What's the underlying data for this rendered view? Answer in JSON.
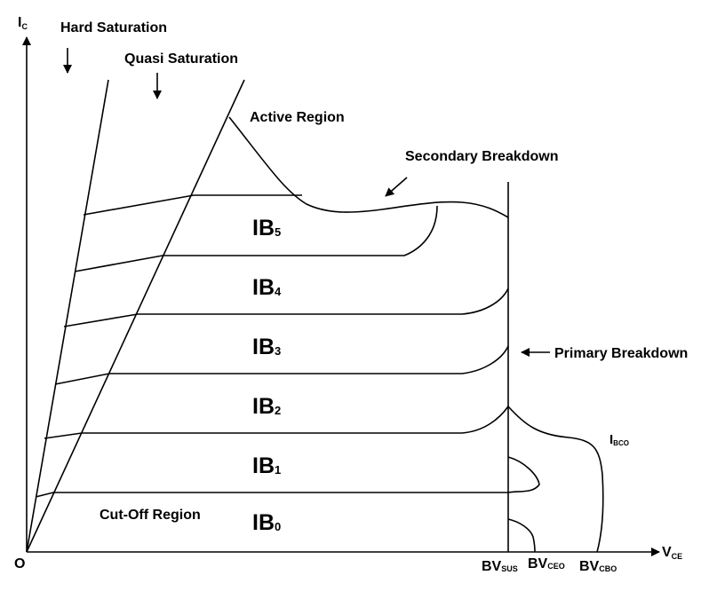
{
  "axes": {
    "y_main": "I",
    "y_sub": "C",
    "x_main": "V",
    "x_sub": "CE",
    "origin": "O"
  },
  "regions": {
    "hard_saturation": "Hard Saturation",
    "quasi_saturation": "Quasi Saturation",
    "active_region": "Active Region",
    "secondary_breakdown": "Secondary Breakdown",
    "primary_breakdown": "Primary Breakdown",
    "cutoff_region": "Cut-Off Region"
  },
  "curves": [
    {
      "main": "IB",
      "sub": "5"
    },
    {
      "main": "IB",
      "sub": "4"
    },
    {
      "main": "IB",
      "sub": "3"
    },
    {
      "main": "IB",
      "sub": "2"
    },
    {
      "main": "IB",
      "sub": "1"
    },
    {
      "main": "IB",
      "sub": "0"
    }
  ],
  "breakdown_labels": {
    "bv_sus": {
      "main": "BV",
      "sub": "SUS"
    },
    "bv_ceo": {
      "main": "BV",
      "sub": "CEO"
    },
    "bv_cbo": {
      "main": "BV",
      "sub": "CBO"
    }
  },
  "ibco": {
    "main": "I",
    "sub": "BCO"
  }
}
